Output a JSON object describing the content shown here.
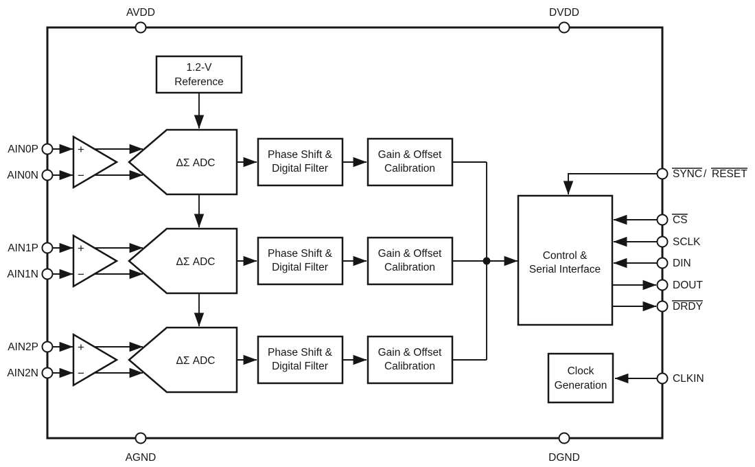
{
  "chip": {
    "power_pins": {
      "avdd": "AVDD",
      "dvdd": "DVDD",
      "agnd": "AGND",
      "dgnd": "DGND"
    },
    "channels": [
      {
        "pos": "AIN0P",
        "neg": "AIN0N"
      },
      {
        "pos": "AIN1P",
        "neg": "AIN1N"
      },
      {
        "pos": "AIN2P",
        "neg": "AIN2N"
      }
    ],
    "amp": {
      "plus": "+",
      "minus": "−"
    },
    "blocks": {
      "reference": {
        "line1": "1.2-V",
        "line2": "Reference"
      },
      "adc": {
        "label": "ΔΣ ADC"
      },
      "phase_filter": {
        "line1": "Phase Shift &",
        "line2": "Digital Filter"
      },
      "gain_cal": {
        "line1": "Gain & Offset",
        "line2": "Calibration"
      },
      "control": {
        "line1": "Control &",
        "line2": "Serial Interface"
      },
      "clock": {
        "line1": "Clock",
        "line2": "Generation"
      }
    },
    "serial_pins": {
      "sync_reset": {
        "sync": "SYNC",
        "sep": "/",
        "reset": "RESET",
        "overline": true
      },
      "cs": {
        "label": "CS",
        "overline": true
      },
      "sclk": {
        "label": "SCLK",
        "overline": false
      },
      "din": {
        "label": "DIN",
        "overline": false
      },
      "dout": {
        "label": "DOUT",
        "overline": false
      },
      "drdy": {
        "label": "DRDY",
        "overline": true
      },
      "clkin": {
        "label": "CLKIN",
        "overline": false
      }
    },
    "line_color": "#161616",
    "background": "#ffffff"
  }
}
